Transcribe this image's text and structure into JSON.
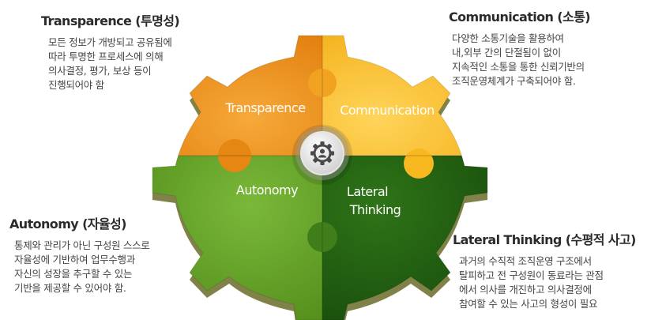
{
  "quadrants": {
    "transparence": {
      "label": "Transparence",
      "heading": "Transparence (투명성)",
      "lines": [
        "모든 정보가 개방되고 공유됨에",
        "따라 투명한 프로세스에 의해",
        "의사결정, 평가, 보상 등이",
        "진행되어야 함"
      ],
      "color": "#ef8f1a"
    },
    "communication": {
      "label": "Communication",
      "heading": "Communication (소통)",
      "lines": [
        "다양한 소통기술을 활용하여",
        "내,외부 간의 단절됨이 없이",
        "지속적인 소통을 통한 신뢰기반의",
        "조직운영체계가 구축되어야 함."
      ],
      "color": "#f8bc22"
    },
    "autonomy": {
      "label": "Autonomy",
      "heading": "Autonomy (자율성)",
      "lines": [
        "통제와 관리가 아닌 구성원 스스로",
        "자율성에 기반하여 업무수행과",
        "자신의 성장을 추구할 수 있는",
        "기반을 제공할 수 있어야 함."
      ],
      "color": "#5c9a22"
    },
    "lateral": {
      "label_line1": "Lateral",
      "label_line2": "Thinking",
      "heading": "Lateral Thinking (수평적 사고)",
      "lines": [
        "과거의 수직적 조직운영 구조에서",
        "탈피하고 전 구성원이 동료라는 관점",
        "에서 의사를 개진하고 의사결정에",
        "참여할 수 있는 사고의 형성이 필요"
      ],
      "color": "#1f5a12"
    }
  },
  "center_icon": "gear-person-icon"
}
